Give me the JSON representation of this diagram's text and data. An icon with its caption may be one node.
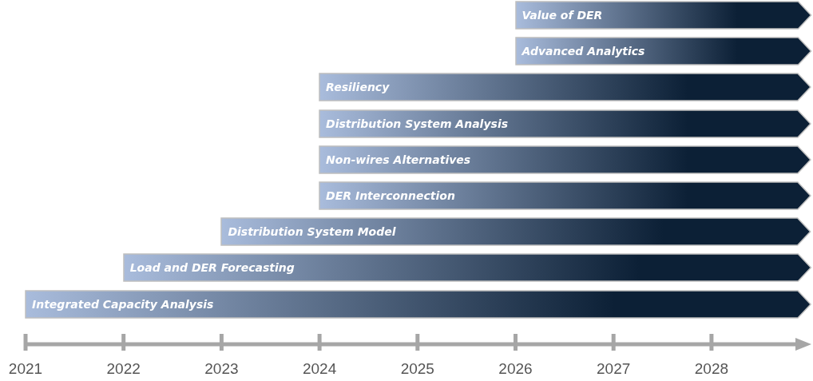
{
  "diagram": {
    "nodes": [
      {
        "text": [
          "Value of DER"
        ]
      },
      {
        "text": [
          "Advanced Analytics"
        ]
      },
      {
        "text": [
          "Resiliency"
        ]
      },
      {
        "text": [
          "Distribution System Analysis"
        ]
      },
      {
        "text": [
          "Non-wires Alternatives"
        ]
      },
      {
        "text": [
          "DER Interconnection"
        ]
      },
      {
        "text": [
          "Distribution System Model"
        ]
      },
      {
        "text": [
          "Load and DER Forecasting"
        ]
      },
      {
        "text": [
          "Integrated Capacity Analysis"
        ]
      }
    ],
    "edges": [],
    "labels": [
      "2021",
      "2022",
      "2023",
      "2024",
      "2025",
      "2026",
      "2027",
      "2028"
    ]
  }
}
